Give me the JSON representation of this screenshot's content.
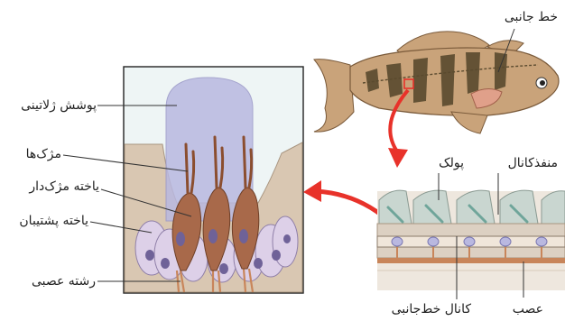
{
  "labels": {
    "gelatinous_cover": "پوشش ژلاتینی",
    "cilia": "مژک‌ها",
    "ciliated_cell": "یاخته مژک‌دار",
    "supporting_cell": "یاخته پشتیبان",
    "nerve_fiber": "رشته عصبی",
    "lateral_line": "خط جانبی",
    "scale": "پولک",
    "canal_pore": "منفذکانال",
    "lateral_line_canal": "کانال خط‌جانبی",
    "nerve": "عصب"
  },
  "colors": {
    "cupula": "#b9b8e0",
    "hair_cell": "#a8694a",
    "support_cell": "#ddd0e8",
    "nucleus": "#6f6298",
    "skin": "#d9c7b2",
    "fish_body": "#c9a37a",
    "fish_bands": "#5a4a2e",
    "arrow": "#e8322a",
    "panel_bg": "#eef5f5"
  }
}
